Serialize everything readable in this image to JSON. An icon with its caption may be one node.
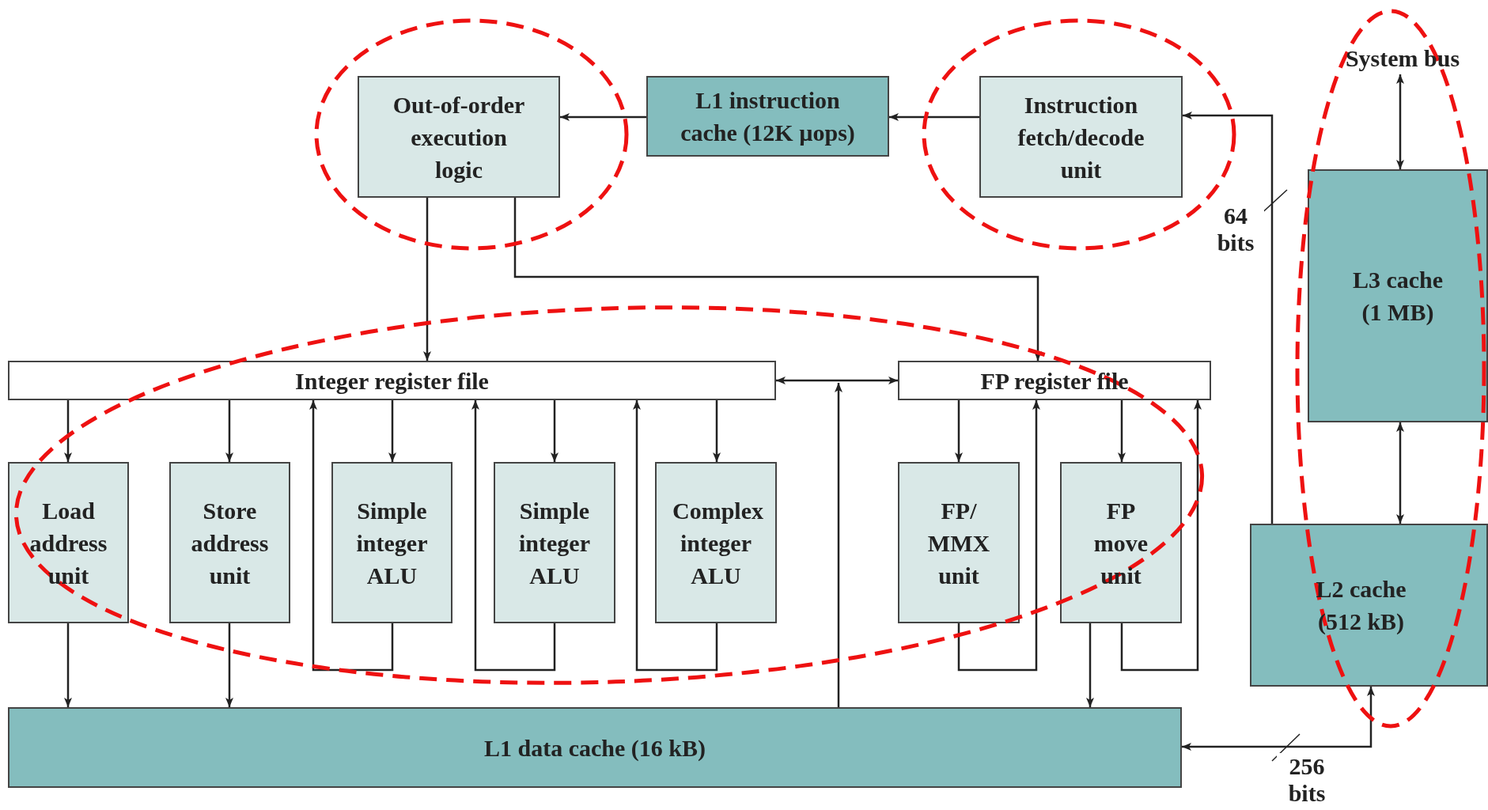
{
  "diagram": {
    "nodes": [
      {
        "text": [
          "Out-of-order execution logic"
        ]
      },
      {
        "text": [
          "L1 instruction cache (12K µops)"
        ]
      },
      {
        "text": [
          "Instruction fetch/decode unit"
        ]
      },
      {
        "text": [
          "System bus"
        ]
      },
      {
        "text": [
          "Integer register file"
        ]
      },
      {
        "text": [
          "FP register file"
        ]
      },
      {
        "text": [
          "L3 cache (1 MB)"
        ]
      },
      {
        "text": [
          "Load address unit"
        ]
      },
      {
        "text": [
          "Store address unit"
        ]
      },
      {
        "text": [
          "Simple integer ALU"
        ]
      },
      {
        "text": [
          "Simple integer ALU"
        ]
      },
      {
        "text": [
          "Complex integer ALU"
        ]
      },
      {
        "text": [
          "FP/ MMX unit"
        ]
      },
      {
        "text": [
          "FP move unit"
        ]
      },
      {
        "text": [
          "L2 cache (512 kB)"
        ]
      },
      {
        "text": [
          "L1 data cache (16 kB)"
        ]
      }
    ],
    "edges": [
      {
        "from": 2,
        "to": 1,
        "arrow": "to"
      },
      {
        "from": 1,
        "to": 0,
        "arrow": "to"
      },
      {
        "from": 0,
        "to": 4,
        "arrow": "to"
      },
      {
        "from": 0,
        "to": 5,
        "arrow": "to"
      },
      {
        "from": 4,
        "to": 5,
        "arrow": "both"
      },
      {
        "from": 15,
        "to": null,
        "arrow": "to"
      },
      {
        "from": 4,
        "to": 7,
        "arrow": "to"
      },
      {
        "from": 4,
        "to": 8,
        "arrow": "to"
      },
      {
        "from": 4,
        "to": 9,
        "arrow": "to"
      },
      {
        "from": 9,
        "to": 4,
        "arrow": "to"
      },
      {
        "from": 4,
        "to": 10,
        "arrow": "to"
      },
      {
        "from": 10,
        "to": 4,
        "arrow": "to"
      },
      {
        "from": 4,
        "to": 11,
        "arrow": "to"
      },
      {
        "from": 11,
        "to": 4,
        "arrow": "to"
      },
      {
        "from": 5,
        "to": 12,
        "arrow": "to"
      },
      {
        "from": 12,
        "to": 5,
        "arrow": "to"
      },
      {
        "from": 5,
        "to": 13,
        "arrow": "to"
      },
      {
        "from": 13,
        "to": 5,
        "arrow": "to"
      },
      {
        "from": 7,
        "to": 15,
        "arrow": "to"
      },
      {
        "from": 8,
        "to": 15,
        "arrow": "to"
      },
      {
        "from": 13,
        "to": 15,
        "arrow": "to"
      },
      {
        "from": 14,
        "to": 15,
        "arrow": "both",
        "label": "256 bits"
      },
      {
        "from": 14,
        "to": 2,
        "arrow": "to",
        "label": "64 bits"
      },
      {
        "from": 6,
        "to": 14,
        "arrow": "both"
      },
      {
        "from": 3,
        "to": 6,
        "arrow": "both"
      }
    ]
  }
}
